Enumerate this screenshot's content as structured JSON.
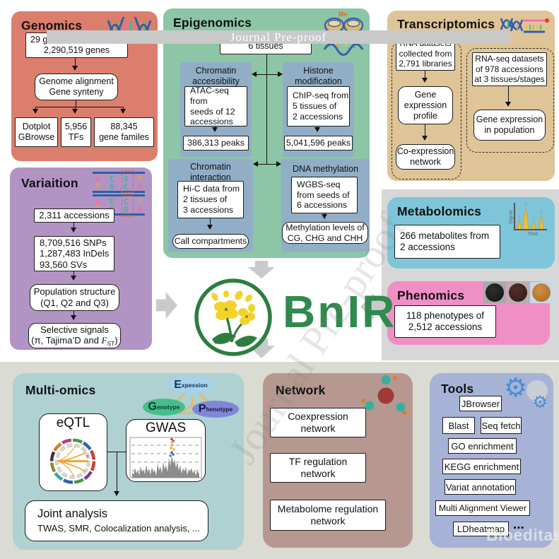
{
  "watermark": {
    "band": "Journal Pre-proof",
    "diagonal": "Journal Pre-proof",
    "brand": "Bioeditas"
  },
  "logo": {
    "text": "BnIR"
  },
  "colors": {
    "genomics": "#DC7E6D",
    "epigenomics": "#8CC6A6",
    "epigenomics_sub": "#91AEC6",
    "transcriptomics": "#DFC497",
    "variation": "#B294C4",
    "metabolomics": "#7EC5D9",
    "phenomics": "#F08FC6",
    "multiomics": "#AFD1D1",
    "network": "#B69890",
    "tools": "#A7B2D7",
    "logo_green": "#2F8A4D",
    "arrow_gray": "#C9CACA"
  },
  "icons": {
    "genomics": "dna-helix-icon",
    "epigenomics": "nucleosome-methylation-icon",
    "transcriptomics": "rna-transcription-icon",
    "variation": "sequence-alignment-icon",
    "metabolomics": "chromatogram-icon",
    "phenomics": "seed-photo-thumbnails",
    "multiomics": "genotype-expression-phenotype-diagram",
    "network": "molecule-network-icon",
    "tools": "gears-icon"
  },
  "genomics": {
    "title": "Genomics",
    "box1_line1": "29 genomes",
    "box1_line2": "2,290,519 genes",
    "process": "Genome alignment\nGene synteny",
    "out1": "Dotplot\nGBrowse",
    "out2": "5,956\nTFs",
    "out3": "88,345\ngene familes"
  },
  "epigenomics": {
    "title": "Epigenomics",
    "me": "Me",
    "tissues": "6 tissues",
    "ca_title": "Chromatin\naccessibility",
    "ca_input": "ATAC-seq from\nseeds of 12\naccessions",
    "ca_output": "386,313 peaks",
    "hm_title": "Histone\nmodification",
    "hm_input": "ChIP-seq from\n5 tissues of\n2 accessions",
    "hm_output": "5,041,596 peaks",
    "ci_title": "Chromatin\ninteraction",
    "ci_input": "Hi-C data from\n2 tissues of\n3 accessions",
    "ci_output": "Call compartments",
    "dm_title": "DNA methylation",
    "dm_input": "WGBS-seq\nfrom seeds of\n6 accessions",
    "dm_output": "Methylation levels of\nCG, CHG and CHH"
  },
  "transcriptomics": {
    "title": "Transcriptomics",
    "left_input": "RNA datasets\ncollected from\n2,791 libraries",
    "left_step": "Gene\nexpression\nprofile",
    "left_output": "Co-expression\nnetwork",
    "right_input": "RNA-seq datasets\nof 978 accessions\nat 3 tissues/stages",
    "right_output": "Gene expression\nin population"
  },
  "variation": {
    "title": "Variaition",
    "seq": [
      [
        "A",
        "C",
        "G",
        "T"
      ],
      [
        "T",
        "G",
        "C",
        "A"
      ],
      [
        "A",
        "C",
        "C",
        "T"
      ],
      [
        "T",
        "G",
        "G",
        "A"
      ]
    ],
    "accessions": "2,311 accessions",
    "variants": "8,709,516 SNPs\n1,287,483 InDels\n93,560 SVs",
    "structure": "Population structure\n(Q1, Q2 and Q3)",
    "selective_title": "Selective signals",
    "sel_prefix": "(π, Tajima’D and ",
    "sel_f": "F",
    "sel_sub": "ST",
    "sel_close": ")"
  },
  "metabolomics": {
    "title": "Metabolomics",
    "box": "266 metabolites from\n2 accessions",
    "ylabel": "Signal",
    "xlabel": "Time",
    "peaks": [
      "1",
      "2",
      "3",
      "4"
    ]
  },
  "phenomics": {
    "title": "Phenomics",
    "box": "118 phenotypes of\n2,512 accessions"
  },
  "multiomics": {
    "title": "Multi-omics",
    "e_big": "E",
    "e_rest": "xpession",
    "g_big": "G",
    "g_rest": "enotype",
    "p_big": "P",
    "p_rest": "henotype",
    "eqtl": "eQTL",
    "gwas": "GWAS",
    "joint": "Joint analysis",
    "joint_sub": "TWAS, SMR, Colocalization analysis, ..."
  },
  "network": {
    "title": "Network",
    "b1": "Coexpression\nnetwork",
    "b2": "TF regulation\nnetwork",
    "b3": "Metabolome regulation\nnetwork"
  },
  "tools": {
    "title": "Tools",
    "items": [
      "JBrowser",
      "Blast",
      "Seq fetch",
      "GO enrichment",
      "KEGG enrichment",
      "Variat annotation",
      "Multi Alignment Viewer",
      "LDheatmap"
    ],
    "more": "..."
  }
}
